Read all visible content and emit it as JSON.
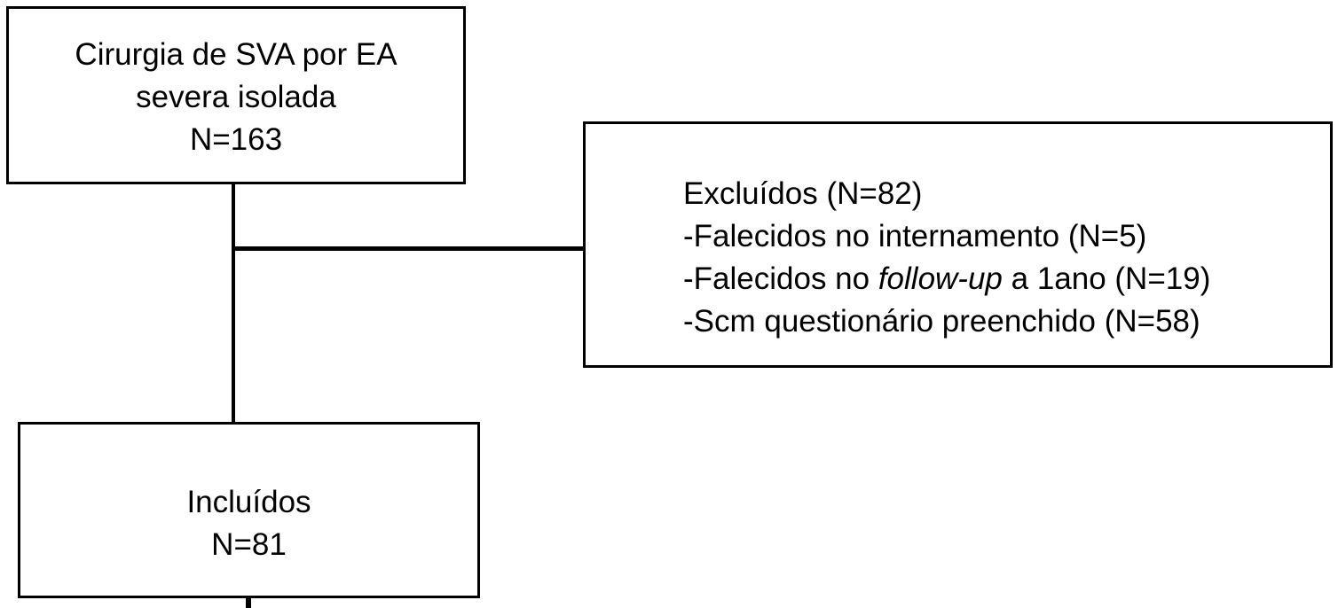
{
  "diagram": {
    "colors": {
      "line": "#000000",
      "text": "#000000",
      "background": "#ffffff"
    },
    "top_box": {
      "lines": [
        "Cirurgia de SVA por EA",
        "severa isolada",
        "N=163"
      ]
    },
    "excluded_box": {
      "title": "Excluídos (N=82)",
      "item1": "-Falecidos no internamento (N=5)",
      "item2_prefix": "-Falecidos no ",
      "item2_italic": "follow-up",
      "item2_suffix": " a 1ano (N=19)",
      "item3": "-Scm questionário preenchido (N=58)"
    },
    "included_box": {
      "line1": "Incluídos",
      "line2": "N=81"
    }
  }
}
